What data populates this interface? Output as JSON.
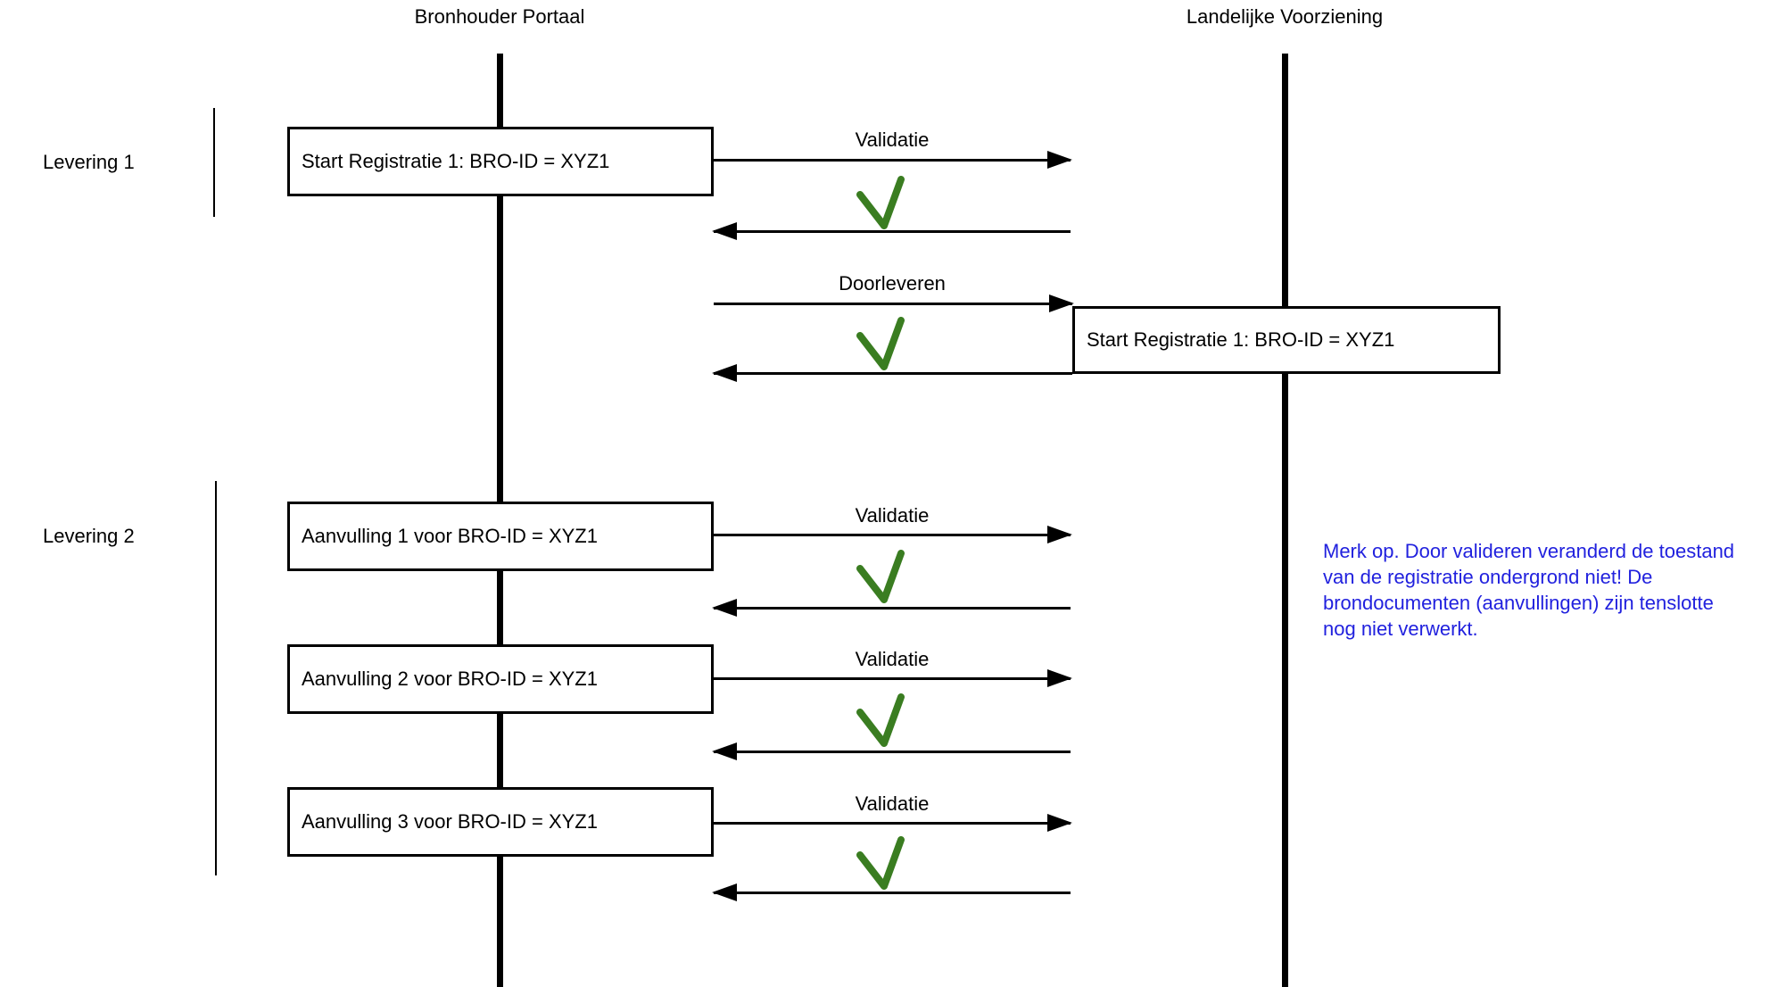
{
  "diagram": {
    "title_left": "Bronhouder Portaal",
    "title_right": "Landelijke Voorziening",
    "groups": [
      {
        "label": "Levering 1"
      },
      {
        "label": "Levering 2"
      }
    ],
    "boxes": {
      "start_reg_portal": "Start Registratie 1: BRO-ID = XYZ1",
      "start_reg_lv": "Start Registratie 1: BRO-ID = XYZ1",
      "aanvulling1": "Aanvulling 1 voor BRO-ID = XYZ1",
      "aanvulling2": "Aanvulling 2 voor BRO-ID = XYZ1",
      "aanvulling3": "Aanvulling 3 voor BRO-ID = XYZ1"
    },
    "messages": {
      "validatie": "Validatie",
      "doorleveren": "Doorleveren"
    },
    "note": {
      "lines": [
        "Merk  op. Door valideren veranderd de toestand",
        "van de registratie ondergrond niet! De",
        "brondocumenten (aanvullingen) zijn tenslotte",
        "nog niet verwerkt."
      ]
    },
    "colors": {
      "checkmark_green": "#3A7D21",
      "note_blue": "#2121DE",
      "line_black": "#000000"
    }
  }
}
